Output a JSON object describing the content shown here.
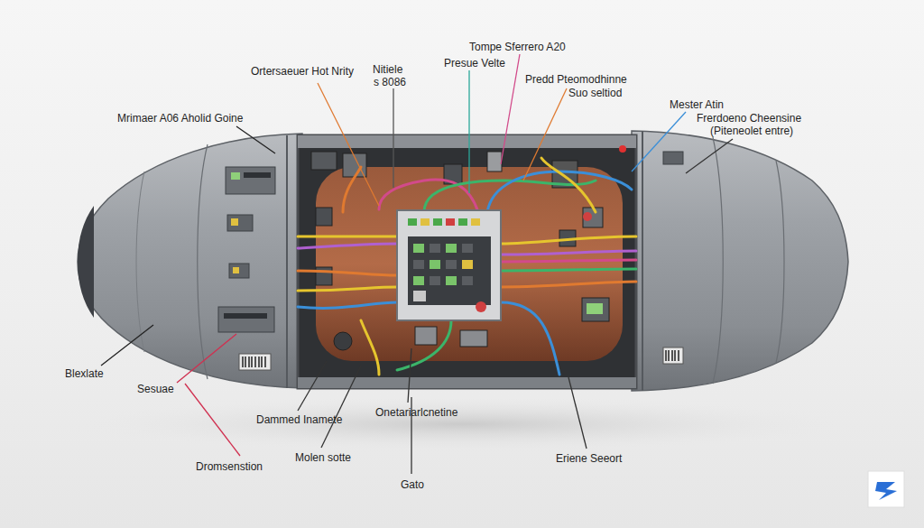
{
  "diagram": {
    "labels": [
      "Tompe Sferrero A20",
      "Presue Velte",
      "Ortersaeuer Hot Nrity",
      "Nitiele",
      "s 8086",
      "Predd Pteomodhinne",
      "Suo seltiod",
      "Mester Atin",
      "Frerdoeno Cheensine",
      "(Piteneolet entre)",
      "Mrimaer A06 Aholid Goine",
      "Blexlate",
      "Sesuae",
      "Dammed Inamete",
      "Onetariarlcnetine",
      "Dromsenstion",
      "Molen sotte",
      "Gato",
      "Eriene Seeort"
    ]
  }
}
